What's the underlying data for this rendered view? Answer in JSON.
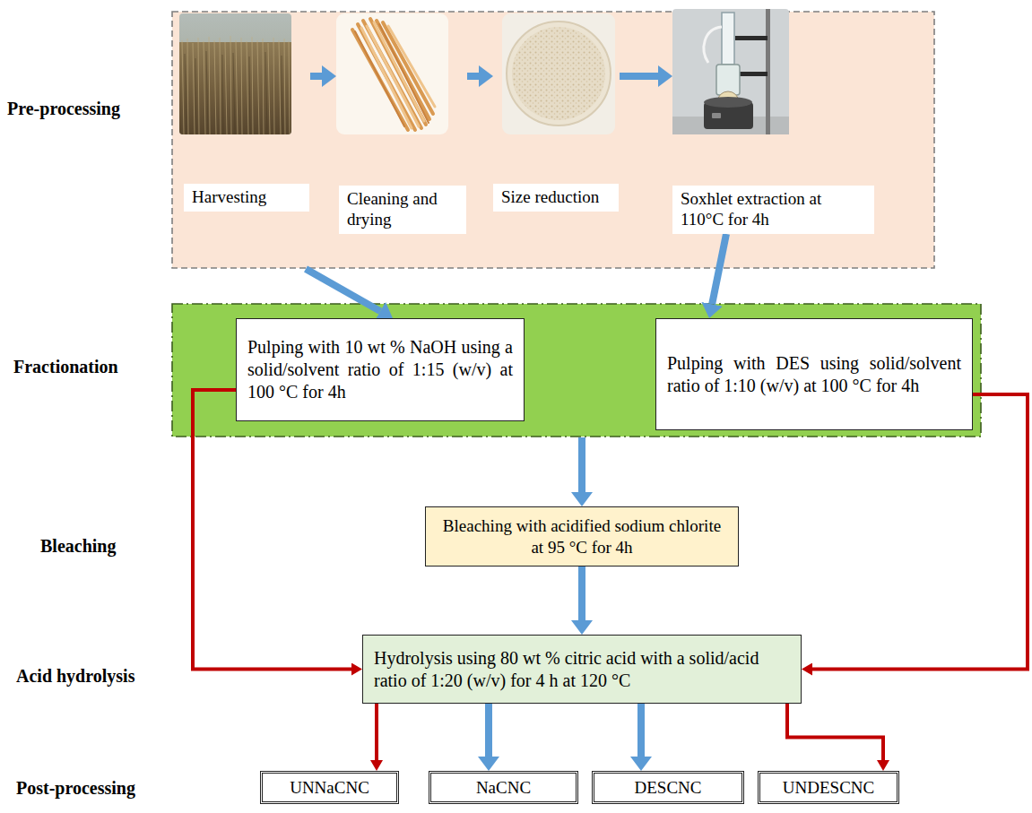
{
  "diagram": {
    "nodes": [
      {
        "text": [
          "Pre-processing"
        ]
      },
      {
        "text": [
          "Harvesting"
        ],
        "in": 0
      },
      {
        "text": [
          "Cleaning and drying"
        ],
        "in": 0
      },
      {
        "text": [
          "Size reduction"
        ],
        "in": 0
      },
      {
        "text": [
          "Soxhlet extraction at 110°C for 4h"
        ],
        "in": 0
      },
      {
        "text": [
          "Fractionation"
        ]
      },
      {
        "text": [
          "Pulping with 10 wt % NaOH using a solid/solvent ratio of 1:15 (w/v) at 100 °C for 4h"
        ],
        "in": 5
      },
      {
        "text": [
          "Pulping with DES using solid/solvent ratio of 1:10 (w/v) at 100 °C for 4h"
        ],
        "in": 5
      },
      {
        "text": [
          "Bleaching with acidified sodium chlorite at 95 °C for 4h"
        ]
      },
      {
        "text": [
          "Hydrolysis using 80 wt % citric acid with a solid/acid ratio of 1:20 (w/v) for 4 h at 120 °C"
        ]
      },
      {
        "text": [
          "UNNaCNC"
        ]
      },
      {
        "text": [
          "NaCNC"
        ]
      },
      {
        "text": [
          "DESCNC"
        ]
      },
      {
        "text": [
          "UNDESCNC"
        ]
      }
    ],
    "edges": [
      {
        "from": 1,
        "to": 2,
        "arrow": "to"
      },
      {
        "from": 2,
        "to": 3,
        "arrow": "to"
      },
      {
        "from": 3,
        "to": 4,
        "arrow": "to"
      },
      {
        "from": 0,
        "to": 6,
        "arrow": "to"
      },
      {
        "from": 4,
        "to": 7,
        "arrow": "to"
      },
      {
        "from": 5,
        "to": 8,
        "arrow": "to"
      },
      {
        "from": 8,
        "to": 9,
        "arrow": "to"
      },
      {
        "from": 6,
        "to": 9,
        "arrow": "to"
      },
      {
        "from": 7,
        "to": 9,
        "arrow": "to"
      },
      {
        "from": 9,
        "to": 10,
        "arrow": "to"
      },
      {
        "from": 9,
        "to": 11,
        "arrow": "to"
      },
      {
        "from": 9,
        "to": 12,
        "arrow": "to"
      },
      {
        "from": 9,
        "to": 13,
        "arrow": "to"
      }
    ],
    "labels": [
      "Bleaching",
      "Acid hydrolysis",
      "Post-processing"
    ]
  }
}
